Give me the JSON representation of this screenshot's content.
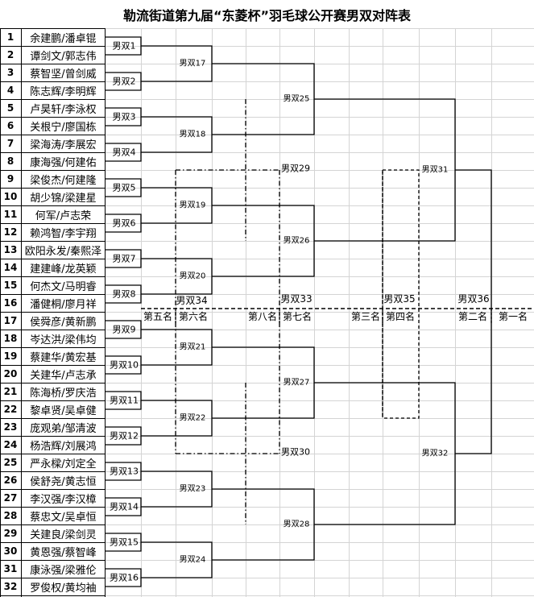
{
  "title": "勒流街道第九届“东菱杯”羽毛球公开赛男双对阵表",
  "players": [
    {
      "num": "1",
      "name": "余建鹏/潘卓锟"
    },
    {
      "num": "2",
      "name": "谭剑文/郭志伟"
    },
    {
      "num": "3",
      "name": "蔡智坚/曾剑威"
    },
    {
      "num": "4",
      "name": "陈志辉/李明辉"
    },
    {
      "num": "5",
      "name": "卢昊轩/李泳权"
    },
    {
      "num": "6",
      "name": "关根宁/廖国栋"
    },
    {
      "num": "7",
      "name": "梁海涛/李展宏"
    },
    {
      "num": "8",
      "name": "康海强/何建佑"
    },
    {
      "num": "9",
      "name": "梁俊杰/何建隆"
    },
    {
      "num": "10",
      "name": "胡少锦/梁建星"
    },
    {
      "num": "11",
      "name": "何军/卢志荣"
    },
    {
      "num": "12",
      "name": "赖鸿智/李宇翔"
    },
    {
      "num": "13",
      "name": "欧阳永发/秦熙泽"
    },
    {
      "num": "14",
      "name": "建建峰/龙英颖"
    },
    {
      "num": "15",
      "name": "何杰文/马明睿"
    },
    {
      "num": "16",
      "name": "潘健桐/廖月祥"
    },
    {
      "num": "17",
      "name": "侯舜彦/黄新鹏"
    },
    {
      "num": "18",
      "name": "岑达洪/梁伟均"
    },
    {
      "num": "19",
      "name": "蔡建华/黄宏基"
    },
    {
      "num": "20",
      "name": "关建华/卢志承"
    },
    {
      "num": "21",
      "name": "陈海桥/罗庆浩"
    },
    {
      "num": "22",
      "name": "黎卓贤/吴卓健"
    },
    {
      "num": "23",
      "name": "庞观弟/邹清波"
    },
    {
      "num": "24",
      "name": "杨浩辉/刘展鸿"
    },
    {
      "num": "25",
      "name": "严永樑/刘定全"
    },
    {
      "num": "26",
      "name": "侯舒尧/黄志恒"
    },
    {
      "num": "27",
      "name": "李汉强/李汉樟"
    },
    {
      "num": "28",
      "name": "蔡忠文/吴卓恒"
    },
    {
      "num": "29",
      "name": "关建良/梁剑灵"
    },
    {
      "num": "30",
      "name": "黄恩强/蔡智峰"
    },
    {
      "num": "31",
      "name": "康泳强/梁雅伦"
    },
    {
      "num": "32",
      "name": "罗俊权/黄均袖"
    }
  ],
  "r1": [
    "男双1",
    "男双2",
    "男双3",
    "男双4",
    "男双5",
    "男双6",
    "男双7",
    "男双8",
    "男双9",
    "男双10",
    "男双11",
    "男双12",
    "男双13",
    "男双14",
    "男双15",
    "男双16"
  ],
  "r2": [
    "男双17",
    "男双18",
    "男双19",
    "男双20",
    "男双21",
    "男双22",
    "男双23",
    "男双24"
  ],
  "r3": [
    "男双25",
    "男双26",
    "男双27",
    "男双28"
  ],
  "r4": [
    "男双31",
    "男双32"
  ],
  "cons": {
    "m29": "男双29",
    "m30": "男双30"
  },
  "places": {
    "m34": "男双34",
    "m33": "男双33",
    "m35": "男双35",
    "m36": "男双36",
    "p5": "第五名",
    "p6": "第六名",
    "p8": "第八名",
    "p7": "第七名",
    "p3": "第三名",
    "p4": "第四名",
    "p2": "第二名",
    "p1": "第一名"
  }
}
